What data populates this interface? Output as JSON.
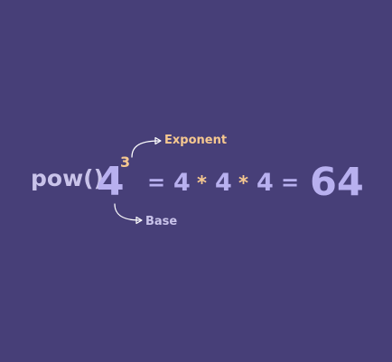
{
  "formula": {
    "function_label": "pow()",
    "base": "4",
    "exponent": "3",
    "equals": "=",
    "factors": [
      "4",
      "4",
      "4"
    ],
    "operator": "*",
    "result": "64"
  },
  "annotations": {
    "exponent_label": "Exponent",
    "base_label": "Base"
  },
  "colors": {
    "background": "#473f78",
    "primary_text": "#b8b0ef",
    "accent": "#f6c890",
    "arrow": "#ffffff"
  }
}
